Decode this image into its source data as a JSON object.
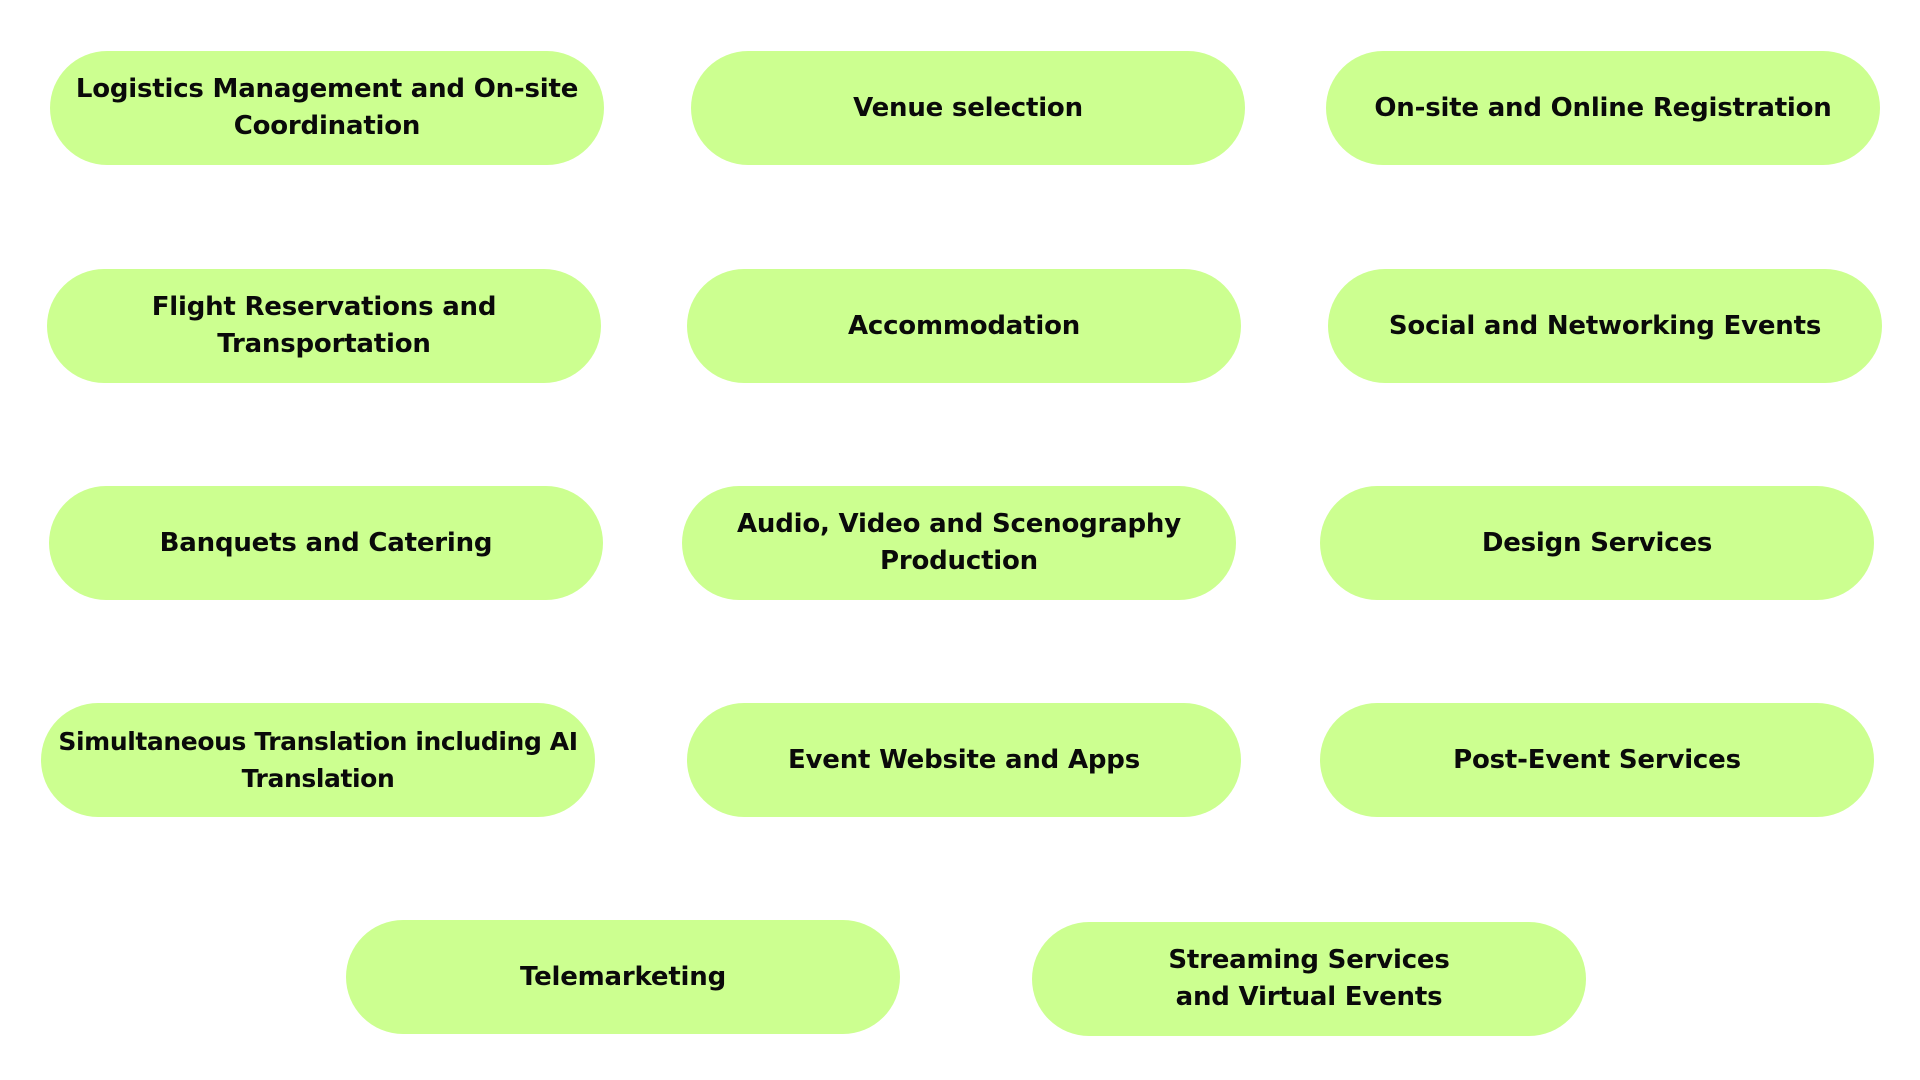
{
  "colors": {
    "pill_background": "#ccff90",
    "text": "#0a0a0a",
    "page_background": "#ffffff"
  },
  "services": [
    {
      "lines": [
        "Logistics Management and On-site",
        "Coordination"
      ]
    },
    {
      "lines": [
        "Venue selection"
      ]
    },
    {
      "lines": [
        "On-site and Online Registration"
      ]
    },
    {
      "lines": [
        "Flight Reservations and",
        "Transportation"
      ]
    },
    {
      "lines": [
        "Accommodation"
      ]
    },
    {
      "lines": [
        "Social and Networking Events"
      ]
    },
    {
      "lines": [
        "Banquets and Catering"
      ]
    },
    {
      "lines": [
        "Audio, Video and Scenography",
        "Production"
      ]
    },
    {
      "lines": [
        "Design Services"
      ]
    },
    {
      "lines": [
        "Simultaneous Translation including AI",
        "Translation"
      ]
    },
    {
      "lines": [
        "Event Website and Apps"
      ]
    },
    {
      "lines": [
        "Post-Event Services"
      ]
    },
    {
      "lines": [
        "Telemarketing"
      ]
    },
    {
      "lines": [
        "Streaming Services",
        "and Virtual Events"
      ]
    }
  ]
}
